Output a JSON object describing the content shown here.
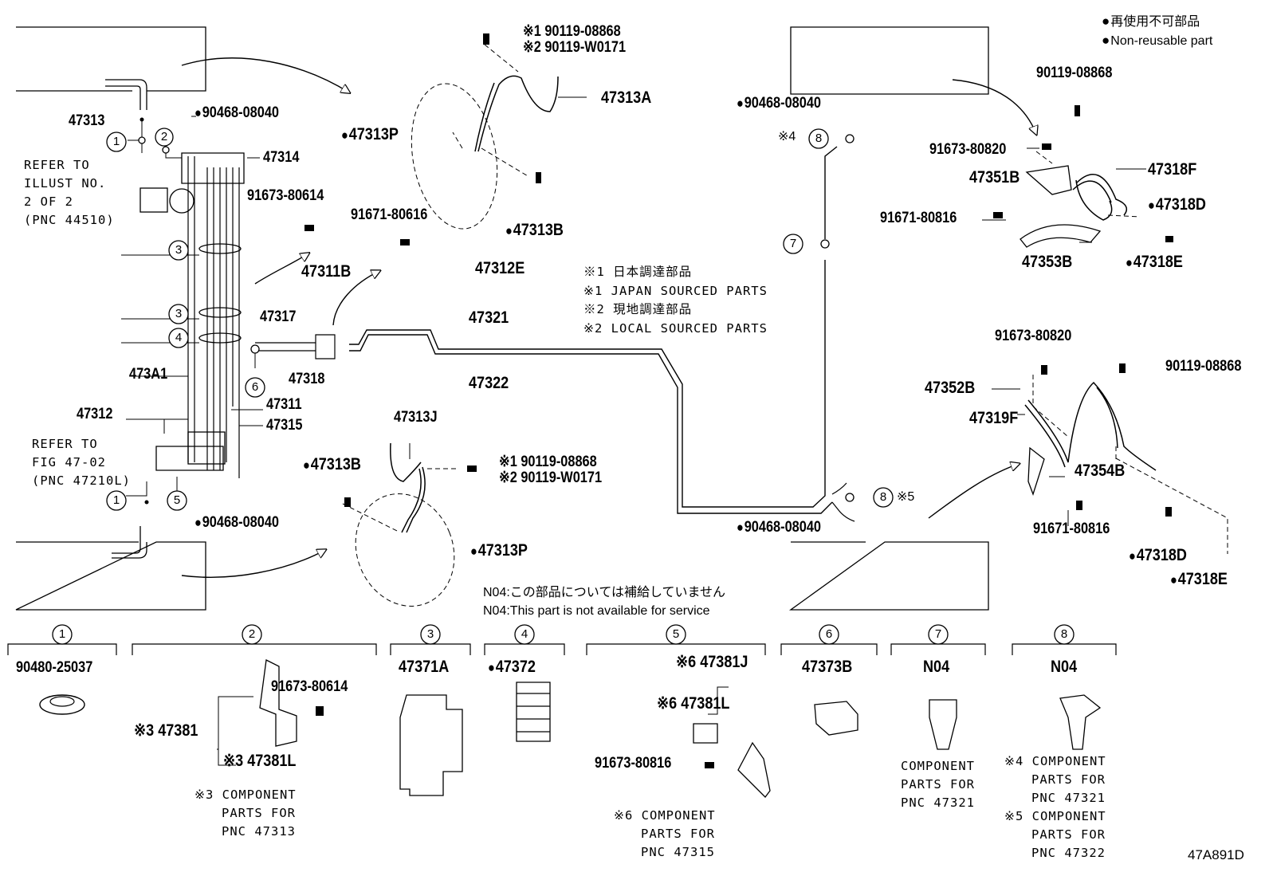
{
  "legend": {
    "jp": "再使用不可部品",
    "en": "Non-reusable part"
  },
  "diagram_code": "47A891D",
  "refer_illust": [
    "REFER TO",
    "ILLUST NO.",
    "2 OF 2",
    "(PNC 44510)"
  ],
  "refer_fig": [
    "REFER TO",
    "FIG 47-02",
    "(PNC 47210L)"
  ],
  "source_notes": [
    "※1 日本調達部品",
    "※1 JAPAN SOURCED PARTS",
    "※2 現地調達部品",
    "※2 LOCAL SOURCED PARTS"
  ],
  "n04_note": {
    "jp": "N04:この部品については補給していません",
    "en": "N04:This part is not available for service"
  },
  "labels": {
    "p47313": "47313",
    "p90468_a": "90468-08040",
    "p47314": "47314",
    "p91673_80614_a": "91673-80614",
    "p47311B": "47311B",
    "p47317": "47317",
    "p47318": "47318",
    "p473A1": "473A1",
    "p47312": "47312",
    "p47311": "47311",
    "p47315": "47315",
    "p90468_b": "90468-08040",
    "f1_a": "※1 90119-08868",
    "f2_a": "※2 90119-W0171",
    "p47313A": "47313A",
    "p47313P_a": "47313P",
    "p47313B_a": "47313B",
    "p91671_80616": "91671-80616",
    "p47312E": "47312E",
    "p47321": "47321",
    "p47322": "47322",
    "p47313J": "47313J",
    "p47313B_b": "47313B",
    "f1_b": "※1 90119-08868",
    "f2_b": "※2 90119-W0171",
    "p47313P_b": "47313P",
    "p90468_c": "90468-08040",
    "x4": "※4",
    "p90468_d": "90468-08040",
    "x5": "※5",
    "p90119_a": "90119-08868",
    "p91673_80820_a": "91673-80820",
    "p47351B": "47351B",
    "p47318F": "47318F",
    "p91671_80816_a": "91671-80816",
    "p47318D_a": "47318D",
    "p47353B": "47353B",
    "p47318E_a": "47318E",
    "p91673_80820_b": "91673-80820",
    "p90119_b": "90119-08868",
    "p47352B": "47352B",
    "p47319F": "47319F",
    "p47354B": "47354B",
    "p91671_80816_b": "91671-80816",
    "p47318D_b": "47318D",
    "p47318E_b": "47318E"
  },
  "callouts": {
    "c1a": "1",
    "c2": "2",
    "c3a": "3",
    "c3b": "3",
    "c4": "4",
    "c6": "6",
    "c1b": "1",
    "c5": "5",
    "c8a": "8",
    "c7": "7",
    "c8b": "8"
  },
  "components": [
    {
      "num": "1",
      "part": "90480-25037"
    },
    {
      "num": "2",
      "part_a": "91673-80614",
      "part_b": "※3 47381",
      "part_c": "※3 47381L",
      "note": [
        "※3 COMPONENT",
        "PARTS FOR",
        "PNC 47313"
      ]
    },
    {
      "num": "3",
      "part": "47371A"
    },
    {
      "num": "4",
      "part": "47372"
    },
    {
      "num": "5",
      "part_a": "※6 47381J",
      "part_b": "※6 47381L",
      "part_c": "91673-80816",
      "note": [
        "※6 COMPONENT",
        "PARTS FOR",
        "PNC 47315"
      ]
    },
    {
      "num": "6",
      "part": "47373B"
    },
    {
      "num": "7",
      "part": "N04",
      "note": [
        "COMPONENT",
        "PARTS FOR",
        "PNC 47321"
      ]
    },
    {
      "num": "8",
      "part": "N04",
      "note": [
        "※4 COMPONENT",
        "PARTS FOR",
        "PNC 47321",
        "※5 COMPONENT",
        "PARTS FOR",
        "PNC 47322"
      ]
    }
  ]
}
